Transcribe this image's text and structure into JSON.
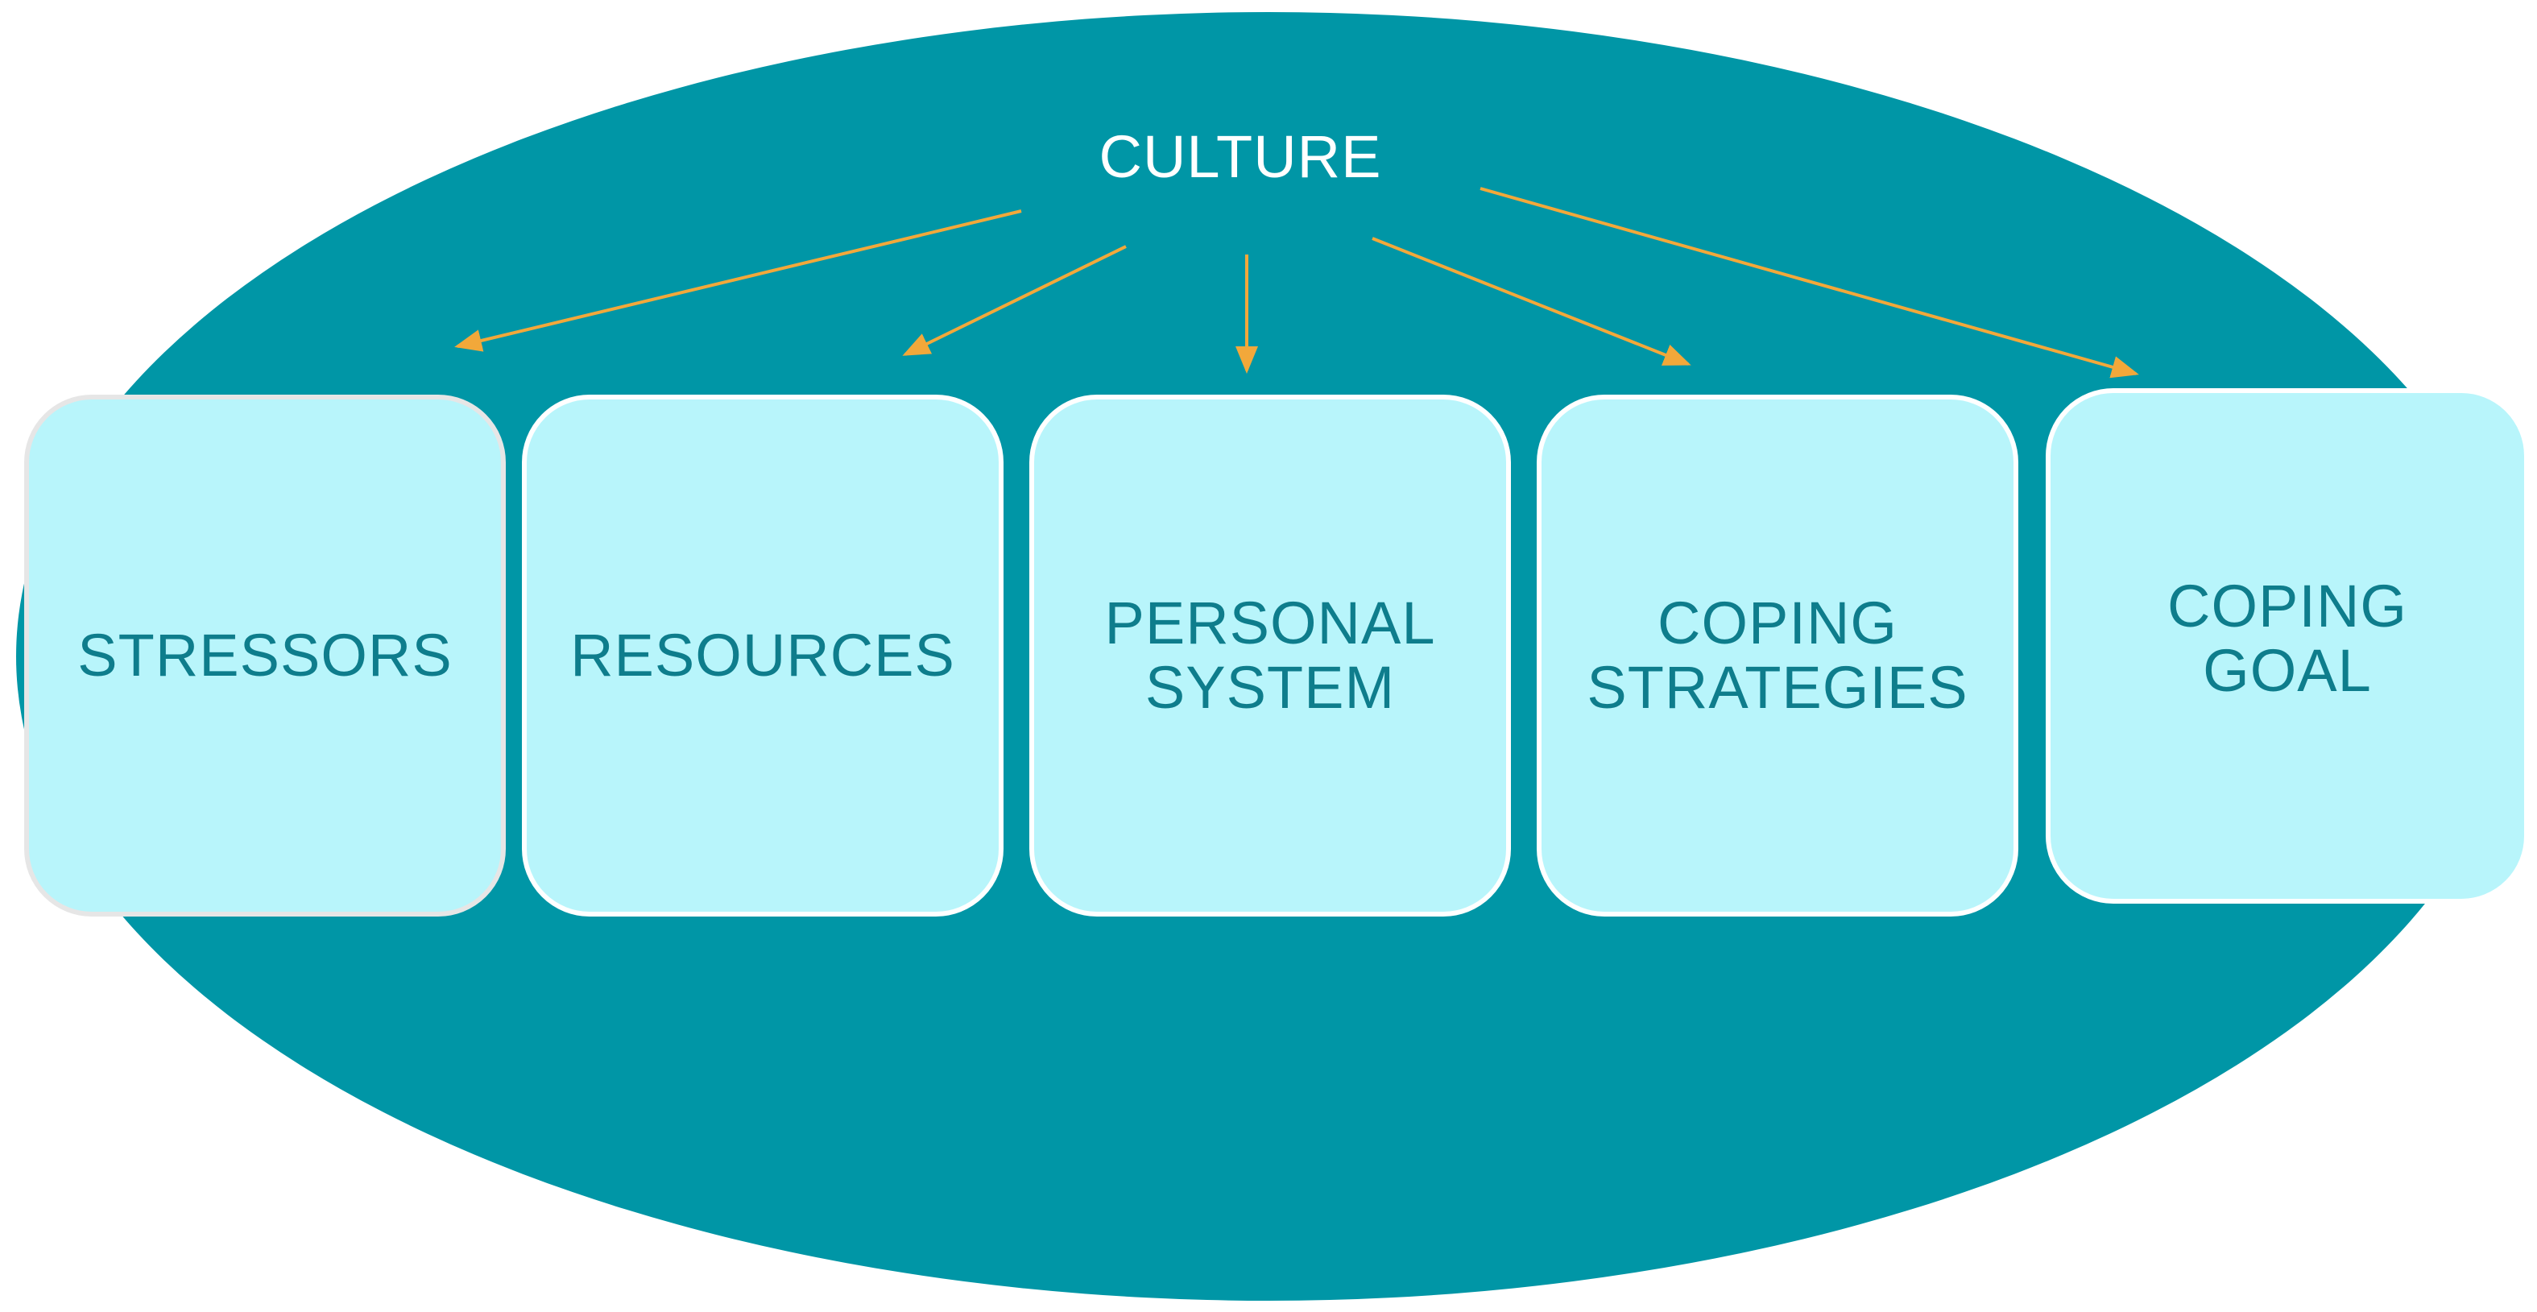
{
  "diagram": {
    "culture_label": "CULTURE",
    "colors": {
      "ellipse": "#0096a6",
      "box_fill": "#b8f5fb",
      "box_text": "#0e7d8c",
      "arrow": "#f2a83a"
    },
    "boxes": [
      {
        "label": "STRESSORS"
      },
      {
        "label": "RESOURCES"
      },
      {
        "label": "PERSONAL\nSYSTEM"
      },
      {
        "label": "COPING\nSTRATEGIES"
      },
      {
        "label": "COPING\nGOAL"
      }
    ]
  }
}
